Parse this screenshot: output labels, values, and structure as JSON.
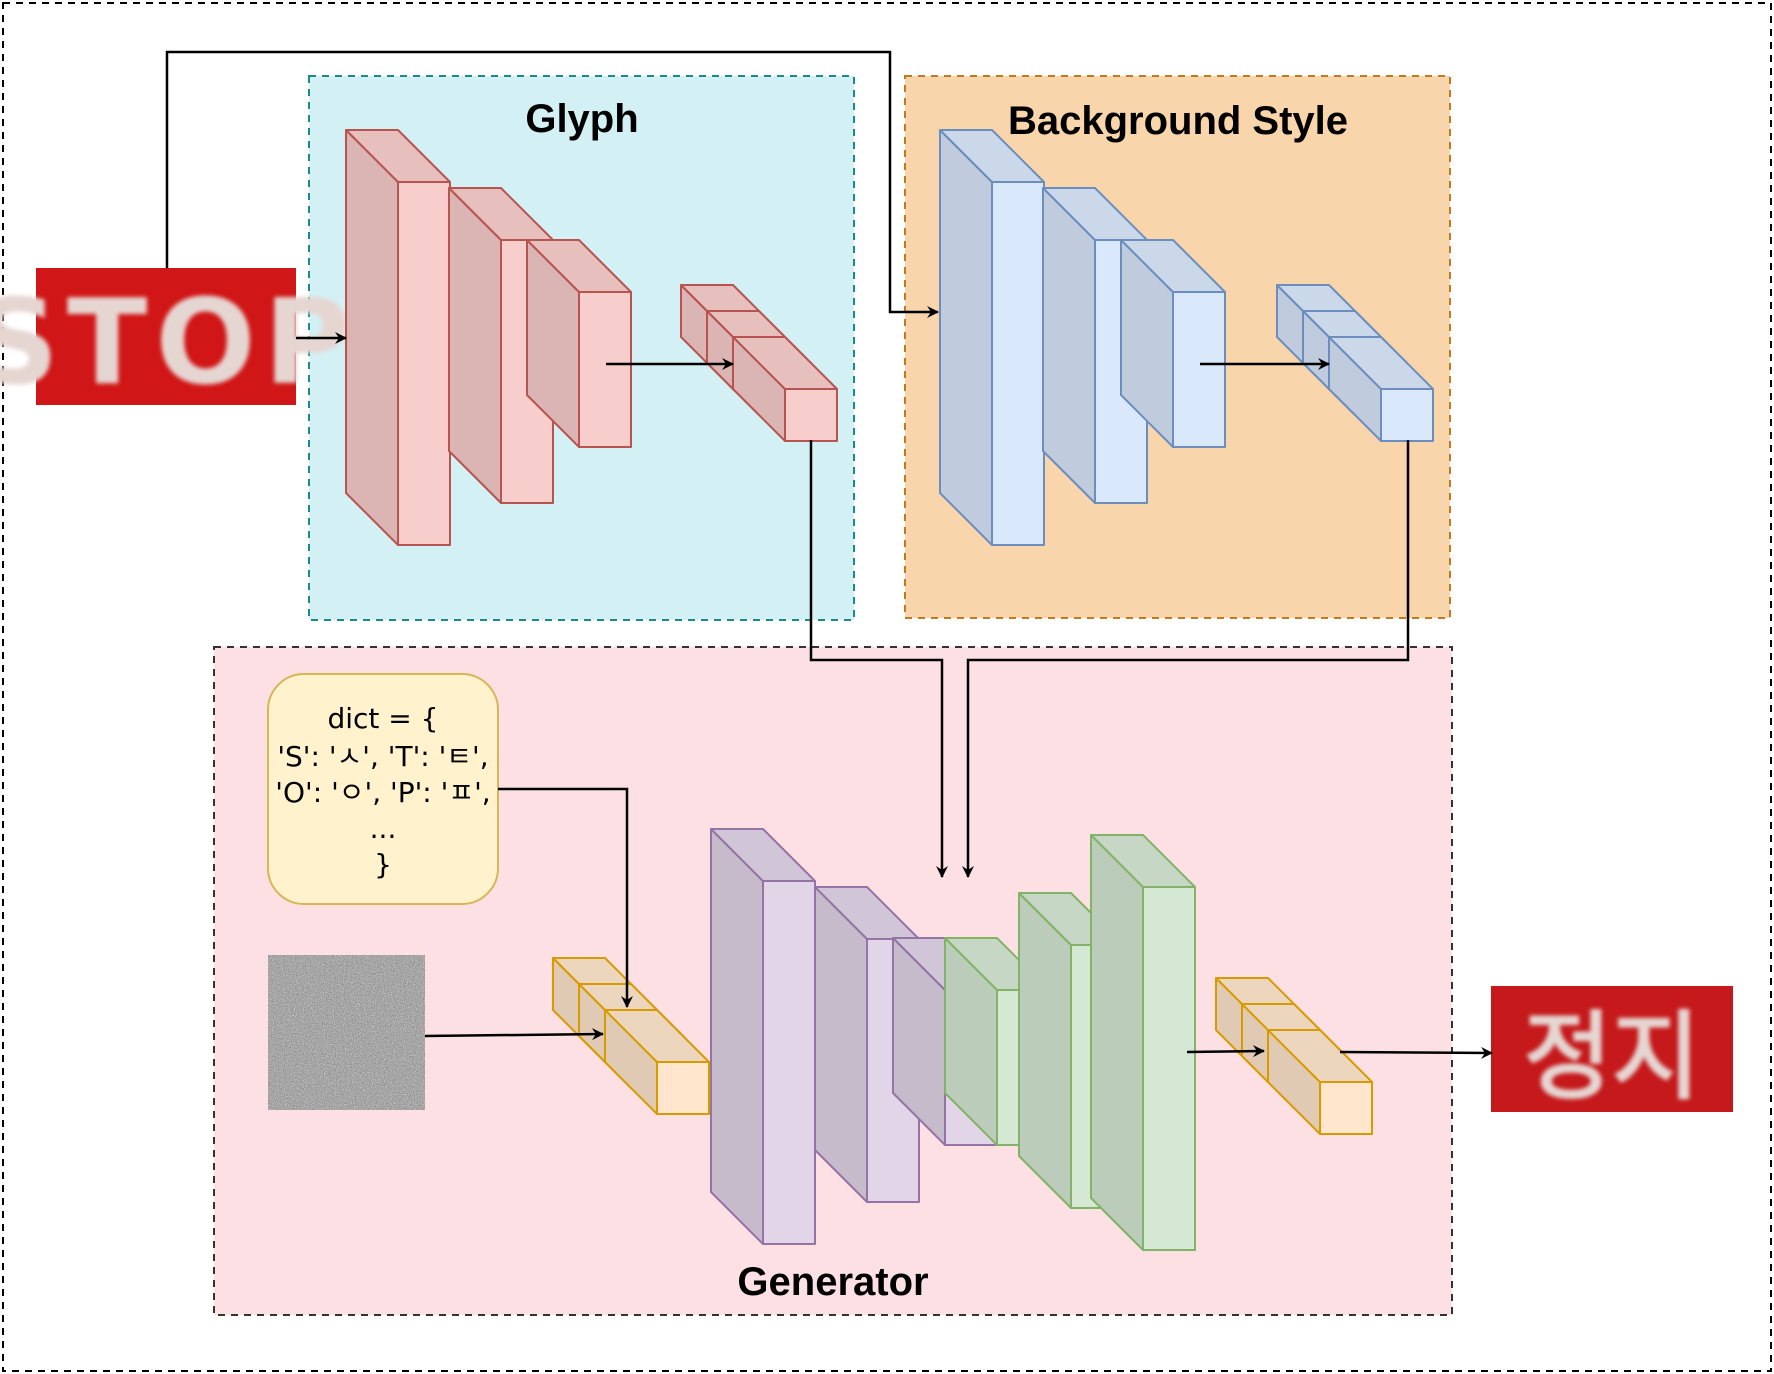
{
  "diagram": {
    "panels": {
      "glyph": {
        "title": "Glyph",
        "fill": "#d3f1f4",
        "border": "#1a8a8c"
      },
      "background_style": {
        "title": "Background Style",
        "fill": "#f9d5ab",
        "border": "#c07a20"
      },
      "generator": {
        "title": "Generator",
        "fill": "#fde0e3",
        "border": "#333333"
      }
    },
    "input_image": {
      "text": "STOP",
      "color": "#d01616"
    },
    "output_image": {
      "text": "정지",
      "color": "#c5191b"
    },
    "dict_box": {
      "lines": [
        "dict = {",
        "'S': 'ㅅ', 'T': 'ㅌ',",
        "'O': 'ㅇ', 'P': 'ㅍ',",
        "...",
        "}"
      ],
      "fill": "#fff2cc",
      "border": "#d6b656"
    },
    "colors": {
      "glyph_blocks": "#f8cecc",
      "glyph_stroke": "#b85450",
      "style_blocks": "#dae8fc",
      "style_stroke": "#6c8ebf",
      "decoder_blocks": "#e1d5e7",
      "decoder_stroke": "#9673a6",
      "upsample_blocks": "#d5e8d4",
      "upsample_stroke": "#82b366",
      "latent_blocks": "#ffe6cc",
      "latent_stroke": "#d79b00"
    },
    "icons": [
      "noise-image",
      "arrow-head"
    ]
  }
}
